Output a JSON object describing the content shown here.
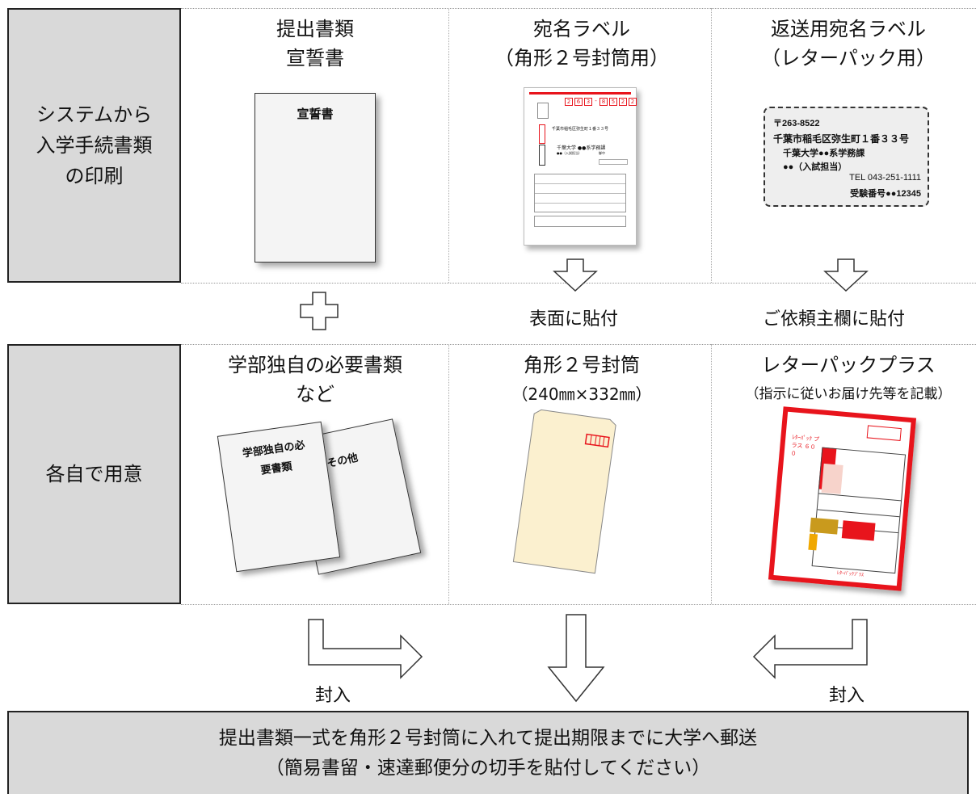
{
  "rows": {
    "system": {
      "label_lines": [
        "システムから",
        "入学手続書類",
        "の印刷"
      ]
    },
    "prepare": {
      "label": "各自で用意"
    }
  },
  "columns": {
    "col1_top": {
      "title": "提出書類",
      "subtitle": "宣誓書",
      "doc_title": "宣誓書"
    },
    "col2_top": {
      "title": "宛名ラベル",
      "subtitle": "（角形２号封筒用）",
      "postal_digits": [
        "2",
        "6",
        "3",
        "-",
        "8",
        "5",
        "2",
        "2"
      ],
      "address": "千葉市稲毛区弥生町１番３３号",
      "recipient": "千葉大学 ●●系学務課",
      "recipient_sub": "●●（入試担当）",
      "honorific": "御中"
    },
    "col3_top": {
      "title": "返送用宛名ラベル",
      "subtitle": "（レターパック用）",
      "label_lines": [
        "〒263-8522",
        "千葉市稲毛区弥生町１番３３号",
        "千葉大学●●系学務課",
        "●●（入試担当）",
        "TEL 043-251-1111",
        "受験番号●●12345"
      ]
    },
    "col1_bottom": {
      "title": "学部独自の必要書類",
      "subtitle": "など",
      "doc_front": "学部独自の必要書類",
      "doc_back": "その他"
    },
    "col2_bottom": {
      "title": "角形２号封筒",
      "subtitle": "（240㎜×332㎜）"
    },
    "col3_bottom": {
      "title": "レターパックプラス",
      "subtitle": "（指示に従いお届け先等を記載）",
      "lp_brand": "ﾚﾀｰﾊﾟｯｸ プラス ６００",
      "lp_note": "ﾚﾀｰﾊﾟｯｸﾌﾟﾗｽ"
    }
  },
  "middle": {
    "label_col2": "表面に貼付",
    "label_col3": "ご依頼主欄に貼付"
  },
  "enclose": {
    "left": "封入",
    "right": "封入"
  },
  "final": {
    "line1": "提出書類一式を角形２号封筒に入れて提出期限までに大学へ郵送",
    "line2": "（簡易書留・速達郵便分の切手を貼付してください）"
  },
  "colors": {
    "gray": "#d9d9d9",
    "red": "#e8141c",
    "envelope": "#fbf0cf",
    "gold": "#c99a1d"
  }
}
